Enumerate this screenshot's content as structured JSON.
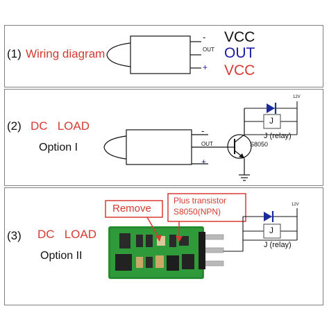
{
  "panel1": {
    "number": "(1)",
    "title": "Wiring diagram",
    "pins": {
      "minus": "-",
      "out": "OUT",
      "plus": "+"
    },
    "labels": {
      "vcc_top": "VCC",
      "out": "OUT",
      "vcc_bottom": "VCC"
    }
  },
  "panel2": {
    "number": "(2)",
    "dc_load": "DC   LOAD",
    "option": "Option I",
    "pins": {
      "minus": "-",
      "out": "OUT",
      "plus": "+"
    },
    "transistor": "S8050",
    "relay_box": "J",
    "relay_label": "J (relay)",
    "supply": "12V"
  },
  "panel3": {
    "number": "(3)",
    "dc_load": "DC   LOAD",
    "option": "Option II",
    "remove_label": "Remove",
    "plus_transistor_line1": "Plus transistor",
    "plus_transistor_line2": "S8050(NPN)",
    "relay_box": "J",
    "relay_label": "J (relay)",
    "supply": "12V"
  },
  "colors": {
    "red": "#d63a30",
    "blue": "#1a1aa8",
    "dark": "#111111",
    "border": "#7f7f7f",
    "diode": "#1d2a9c",
    "pcb": "#2f9a3a"
  }
}
